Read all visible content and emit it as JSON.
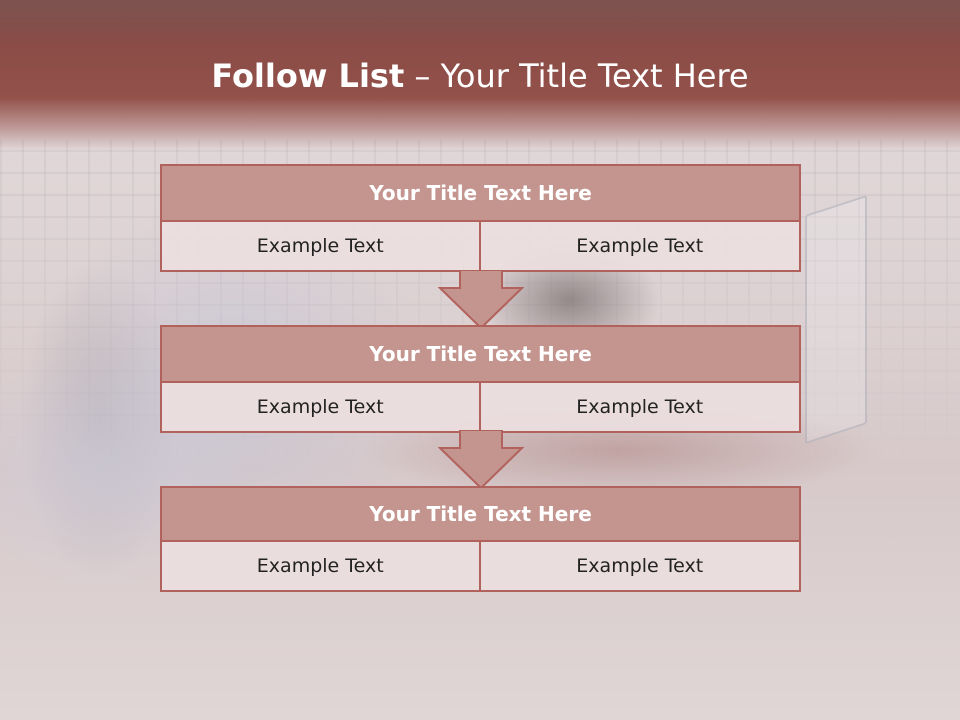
{
  "slide": {
    "title_bold": "Follow List",
    "title_rest": " – Your Title Text Here"
  },
  "flow": {
    "steps": [
      {
        "title": "Your Title Text Here",
        "left": "Example Text",
        "right": "Example Text"
      },
      {
        "title": "Your Title Text Here",
        "left": "Example Text",
        "right": "Example Text"
      },
      {
        "title": "Your Title Text Here",
        "left": "Example Text",
        "right": "Example Text"
      }
    ]
  },
  "colors": {
    "header": "#8b4c47",
    "title_box_fill": "#c4958f",
    "border": "#b2625c",
    "cell_fill": "#ecdede",
    "arrow_fill": "#c4958f"
  },
  "icons": [
    "down-arrow-icon"
  ]
}
